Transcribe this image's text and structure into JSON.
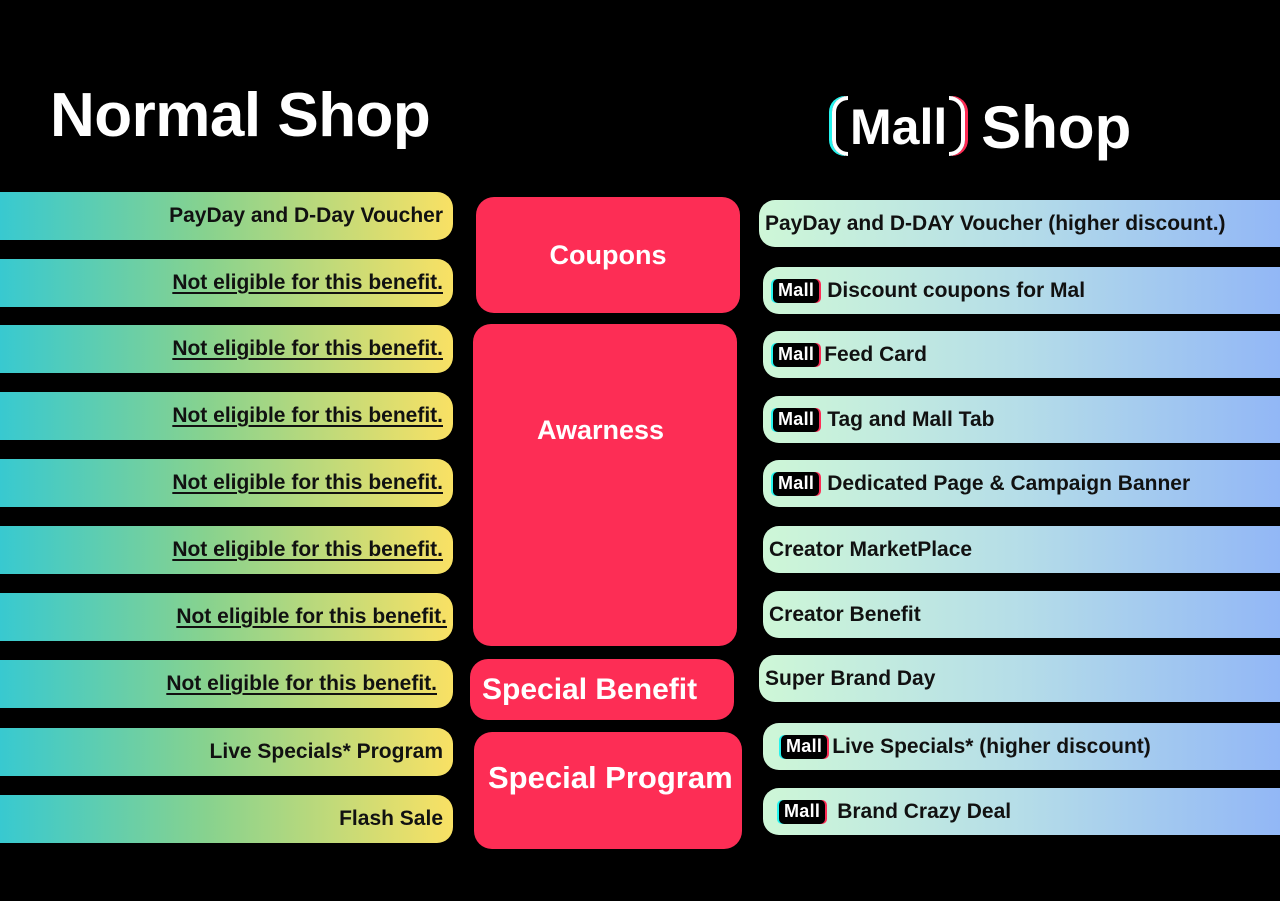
{
  "titles": {
    "normal": "Normal Shop",
    "mall_word": "Mall",
    "shop_word": "Shop"
  },
  "colors": {
    "background": "#000000",
    "category_red": "#fd2d55",
    "left_gradient": [
      "#38c9d0",
      "#f9e164"
    ],
    "right_gradient": [
      "#cef7d7",
      "#92b7f6"
    ],
    "brand_cyan": "#25f4ee",
    "brand_pink": "#fe2c55"
  },
  "categories": {
    "coupons": "Coupons",
    "awareness": "Awarness",
    "special_benefit": "Special Benefit",
    "special_program": "Special Program"
  },
  "normal_shop": [
    {
      "text": "PayDay and D-Day Voucher",
      "not_eligible": false
    },
    {
      "text": "Not eligible for this benefit.",
      "not_eligible": true
    },
    {
      "text": "Not eligible for this benefit.",
      "not_eligible": true
    },
    {
      "text": "Not eligible for this benefit.",
      "not_eligible": true
    },
    {
      "text": "Not eligible for this benefit.",
      "not_eligible": true
    },
    {
      "text": "Not eligible for this benefit.",
      "not_eligible": true
    },
    {
      "text": "Not eligible for this benefit.",
      "not_eligible": true
    },
    {
      "text": "Not eligible for this benefit.",
      "not_eligible": true
    },
    {
      "text": "Live Specials* Program",
      "not_eligible": false
    },
    {
      "text": "Flash Sale",
      "not_eligible": false
    }
  ],
  "mall_badge": "Mall",
  "mall_shop": [
    {
      "text": "PayDay and D-DAY Voucher (higher discount.)",
      "badge": false
    },
    {
      "text": "Discount coupons for Mal",
      "badge": true
    },
    {
      "text": "Feed Card",
      "badge": true
    },
    {
      "text": "Tag and Mall Tab",
      "badge": true
    },
    {
      "text": "Dedicated Page & Campaign Banner",
      "badge": true
    },
    {
      "text": "Creator MarketPlace",
      "badge": false
    },
    {
      "text": "Creator Benefit",
      "badge": false
    },
    {
      "text": "Super Brand Day",
      "badge": false
    },
    {
      "text": "Live Specials* (higher discount)",
      "badge": true
    },
    {
      "text": "Brand Crazy Deal",
      "badge": true
    }
  ]
}
